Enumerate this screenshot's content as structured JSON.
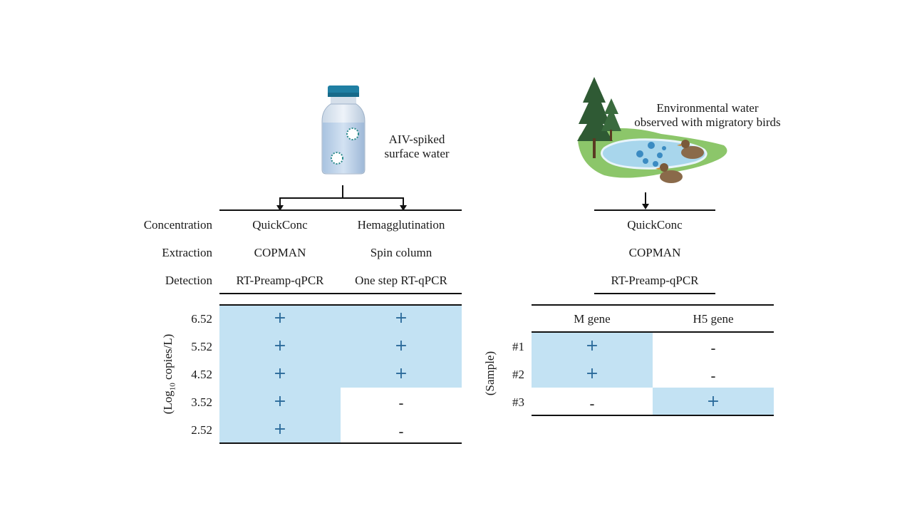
{
  "left": {
    "sample_label_line1": "AIV-spiked",
    "sample_label_line2": "surface water",
    "row_labels": [
      "Concentration",
      "Extraction",
      "Detection"
    ],
    "methods": [
      {
        "concentration": "QuickConc",
        "extraction": "COPMAN",
        "detection": "RT-Preamp-qPCR"
      },
      {
        "concentration": "Hemagglutination",
        "extraction": "Spin column",
        "detection": "One step RT-qPCR"
      }
    ],
    "axis_label_prefix": "(Log",
    "axis_label_sub": "10",
    "axis_label_suffix": " copies/L)",
    "concentrations": [
      "6.52",
      "5.52",
      "4.52",
      "3.52",
      "2.52"
    ],
    "results": [
      [
        "+",
        "+"
      ],
      [
        "+",
        "+"
      ],
      [
        "+",
        "+"
      ],
      [
        "+",
        "-"
      ],
      [
        "+",
        "-"
      ]
    ]
  },
  "right": {
    "sample_label_line1": "Environmental water",
    "sample_label_line2": "observed with migratory birds",
    "methods": [
      "QuickConc",
      "COPMAN",
      "RT-Preamp-qPCR"
    ],
    "axis_label": "(Sample)",
    "columns": [
      "M gene",
      "H5 gene"
    ],
    "samples": [
      "#1",
      "#2",
      "#3"
    ],
    "results": [
      [
        "+",
        "-"
      ],
      [
        "+",
        "-"
      ],
      [
        "-",
        "+"
      ]
    ]
  },
  "colors": {
    "positive_fill": "#c3e2f3",
    "plus_color": "#2a6a9a"
  }
}
